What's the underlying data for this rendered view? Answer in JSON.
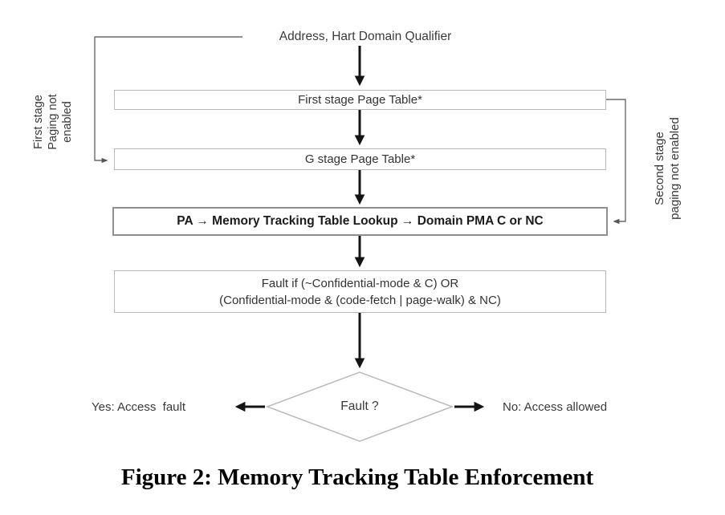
{
  "figure": {
    "top_label": "Address, Hart Domain Qualifier",
    "boxes": {
      "first_stage": "First stage Page Table*",
      "g_stage": "G stage Page Table*",
      "mtt_lookup": "PA → Memory Tracking Table Lookup → Domain PMA C or NC",
      "fault_line1": "Fault if (~Confidential-mode & C) OR",
      "fault_line2": "(Confidential-mode & (code-fetch | page-walk) & NC)"
    },
    "decision": {
      "label": "Fault ?",
      "yes": "Yes: Access  fault",
      "no": "No: Access allowed"
    },
    "side_labels": {
      "left": [
        "First stage",
        "Paging not",
        "enabled"
      ],
      "right": [
        "Second stage",
        "paging not enabled"
      ]
    },
    "caption": "Figure 2: Memory Tracking Table Enforcement",
    "colors": {
      "arrow": "#141414",
      "feedback_line": "#6a6a6a",
      "box_border": "#b9b9b9",
      "mtt_border": "#8f8f8f",
      "text": "#333333"
    }
  }
}
